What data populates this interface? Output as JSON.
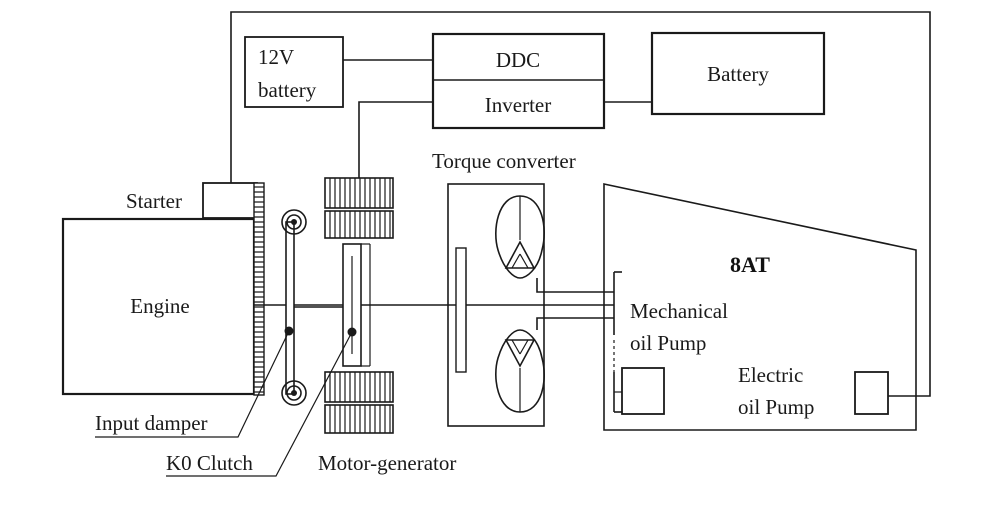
{
  "labels": {
    "battery12v_line1": "12V",
    "battery12v_line2": "battery",
    "ddc": "DDC",
    "inverter": "Inverter",
    "battery": "Battery",
    "torque_converter": "Torque converter",
    "starter": "Starter",
    "engine": "Engine",
    "at8": "8AT",
    "mech_pump_line1": "Mechanical",
    "mech_pump_line2": "oil Pump",
    "elec_pump_line1": "Electric",
    "elec_pump_line2": "oil Pump",
    "input_damper": "Input damper",
    "k0_clutch": "K0 Clutch",
    "motor_generator": "Motor-generator"
  }
}
